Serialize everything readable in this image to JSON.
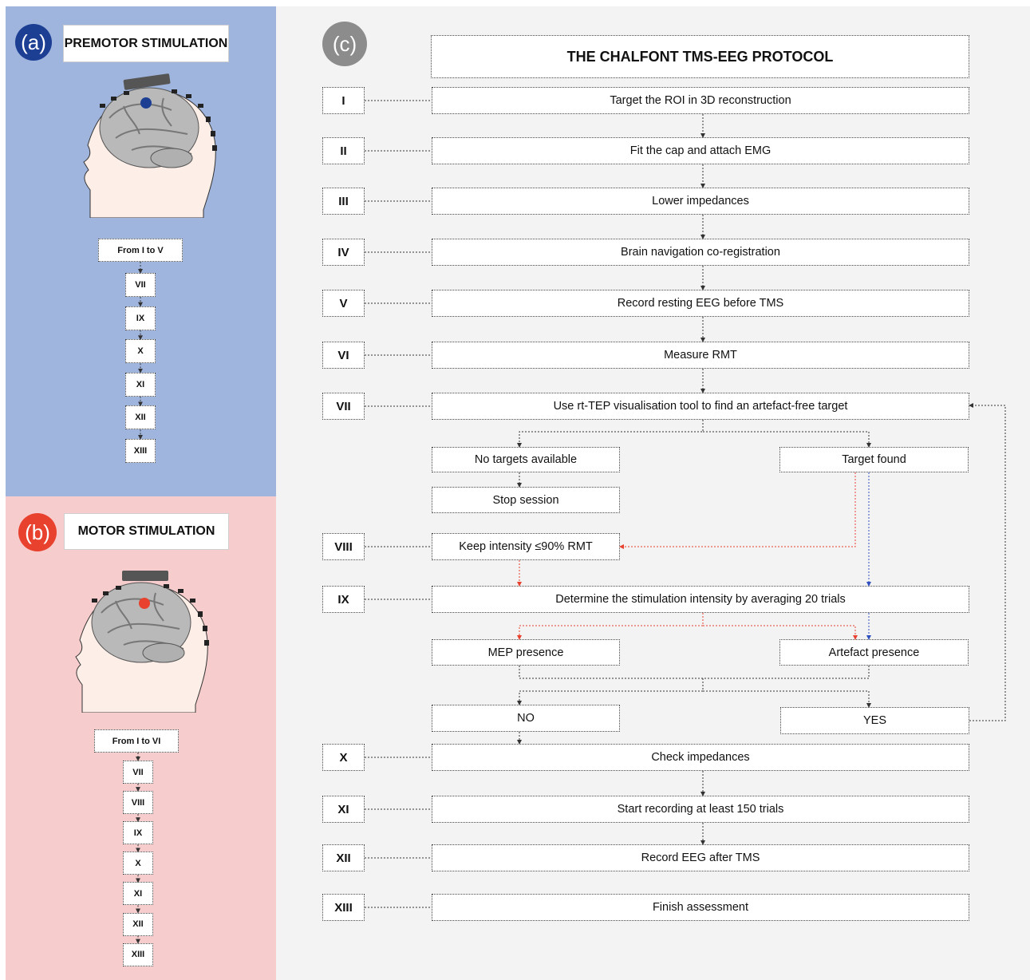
{
  "panel_a": {
    "badge": "(a)",
    "title": "PREMOTOR STIMULATION",
    "range": "From I to V",
    "steps": [
      "VII",
      "IX",
      "X",
      "XI",
      "XII",
      "XIII"
    ],
    "badge_color": "#1c3f94",
    "target_color": "#1c3f94"
  },
  "panel_b": {
    "badge": "(b)",
    "title": "MOTOR STIMULATION",
    "range": "From I to VI",
    "steps": [
      "VII",
      "VIII",
      "IX",
      "X",
      "XI",
      "XII",
      "XIII"
    ],
    "badge_color": "#e8412e",
    "target_color": "#e8412e"
  },
  "panel_c": {
    "badge": "(c)",
    "title": "THE CHALFONT TMS-EEG PROTOCOL",
    "steps": [
      {
        "num": "I",
        "label": "Target the ROI in 3D reconstruction"
      },
      {
        "num": "II",
        "label": "Fit the cap and attach EMG"
      },
      {
        "num": "III",
        "label": "Lower impedances"
      },
      {
        "num": "IV",
        "label": "Brain navigation co-registration"
      },
      {
        "num": "V",
        "label": "Record resting EEG before TMS"
      },
      {
        "num": "VI",
        "label": "Measure RMT"
      },
      {
        "num": "VII",
        "label": "Use rt-TEP visualisation tool to find an artefact-free target"
      },
      {
        "num": "VIII",
        "label": "Keep intensity ≤90% RMT"
      },
      {
        "num": "IX",
        "label": "Determine the stimulation intensity by averaging 20 trials"
      },
      {
        "num": "X",
        "label": "Check impedances"
      },
      {
        "num": "XI",
        "label": "Start recording at least 150 trials"
      },
      {
        "num": "XII",
        "label": "Record EEG after TMS"
      },
      {
        "num": "XIII",
        "label": "Finish assessment"
      }
    ],
    "no_targets": "No targets available",
    "stop_session": "Stop session",
    "target_found": "Target found",
    "mep_presence": "MEP presence",
    "artefact_presence": "Artefact presence",
    "no": "NO",
    "yes": "YES",
    "badge_color": "#8c8c8c",
    "red_path_color": "#e8412e",
    "blue_path_color": "#2f4fc0"
  }
}
